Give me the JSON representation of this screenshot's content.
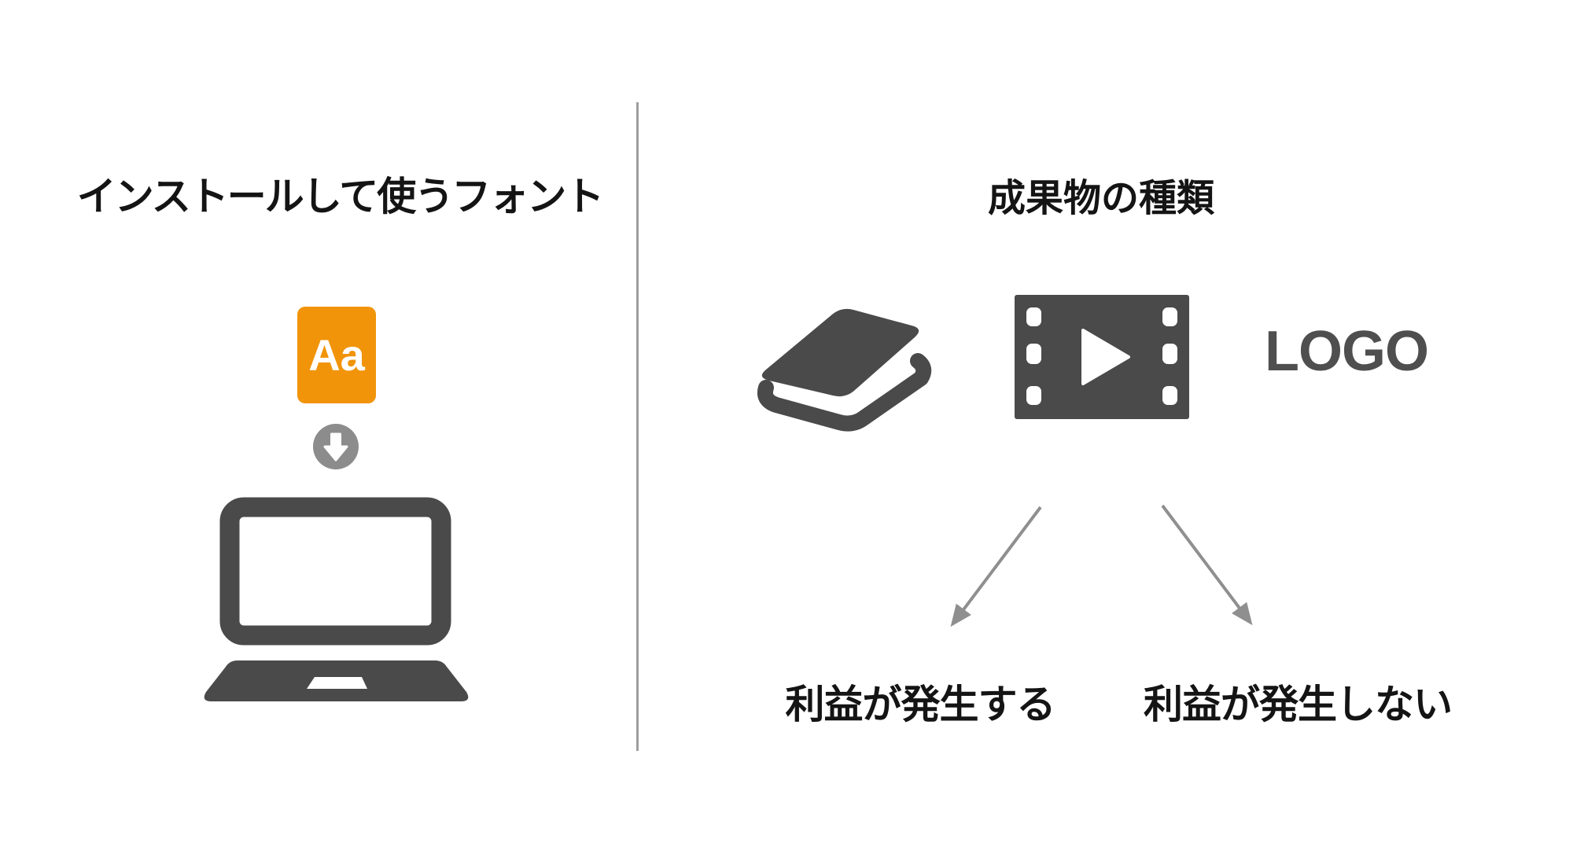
{
  "colors": {
    "bg": "#FFFFFF",
    "text_black": "#141414",
    "orange": "#F1940A",
    "icon_dark": "#4A4A4A",
    "logo_gray": "#4F4F4F",
    "arrow_gray": "#8F8F8F",
    "circle_gray": "#8C8C8C",
    "divider_gray": "#9E9E9E"
  },
  "left_section": {
    "title": "インストールして使うフォント",
    "font_badge_label": "Aa",
    "icons": [
      "font-file-icon",
      "download-arrow-icon",
      "laptop-icon"
    ]
  },
  "right_section": {
    "title": "成果物の種類",
    "logo_text": "LOGO",
    "icons": [
      "book-icon",
      "film-icon"
    ],
    "outcomes": [
      {
        "label": "利益が発生する"
      },
      {
        "label": "利益が発生しない"
      }
    ]
  }
}
